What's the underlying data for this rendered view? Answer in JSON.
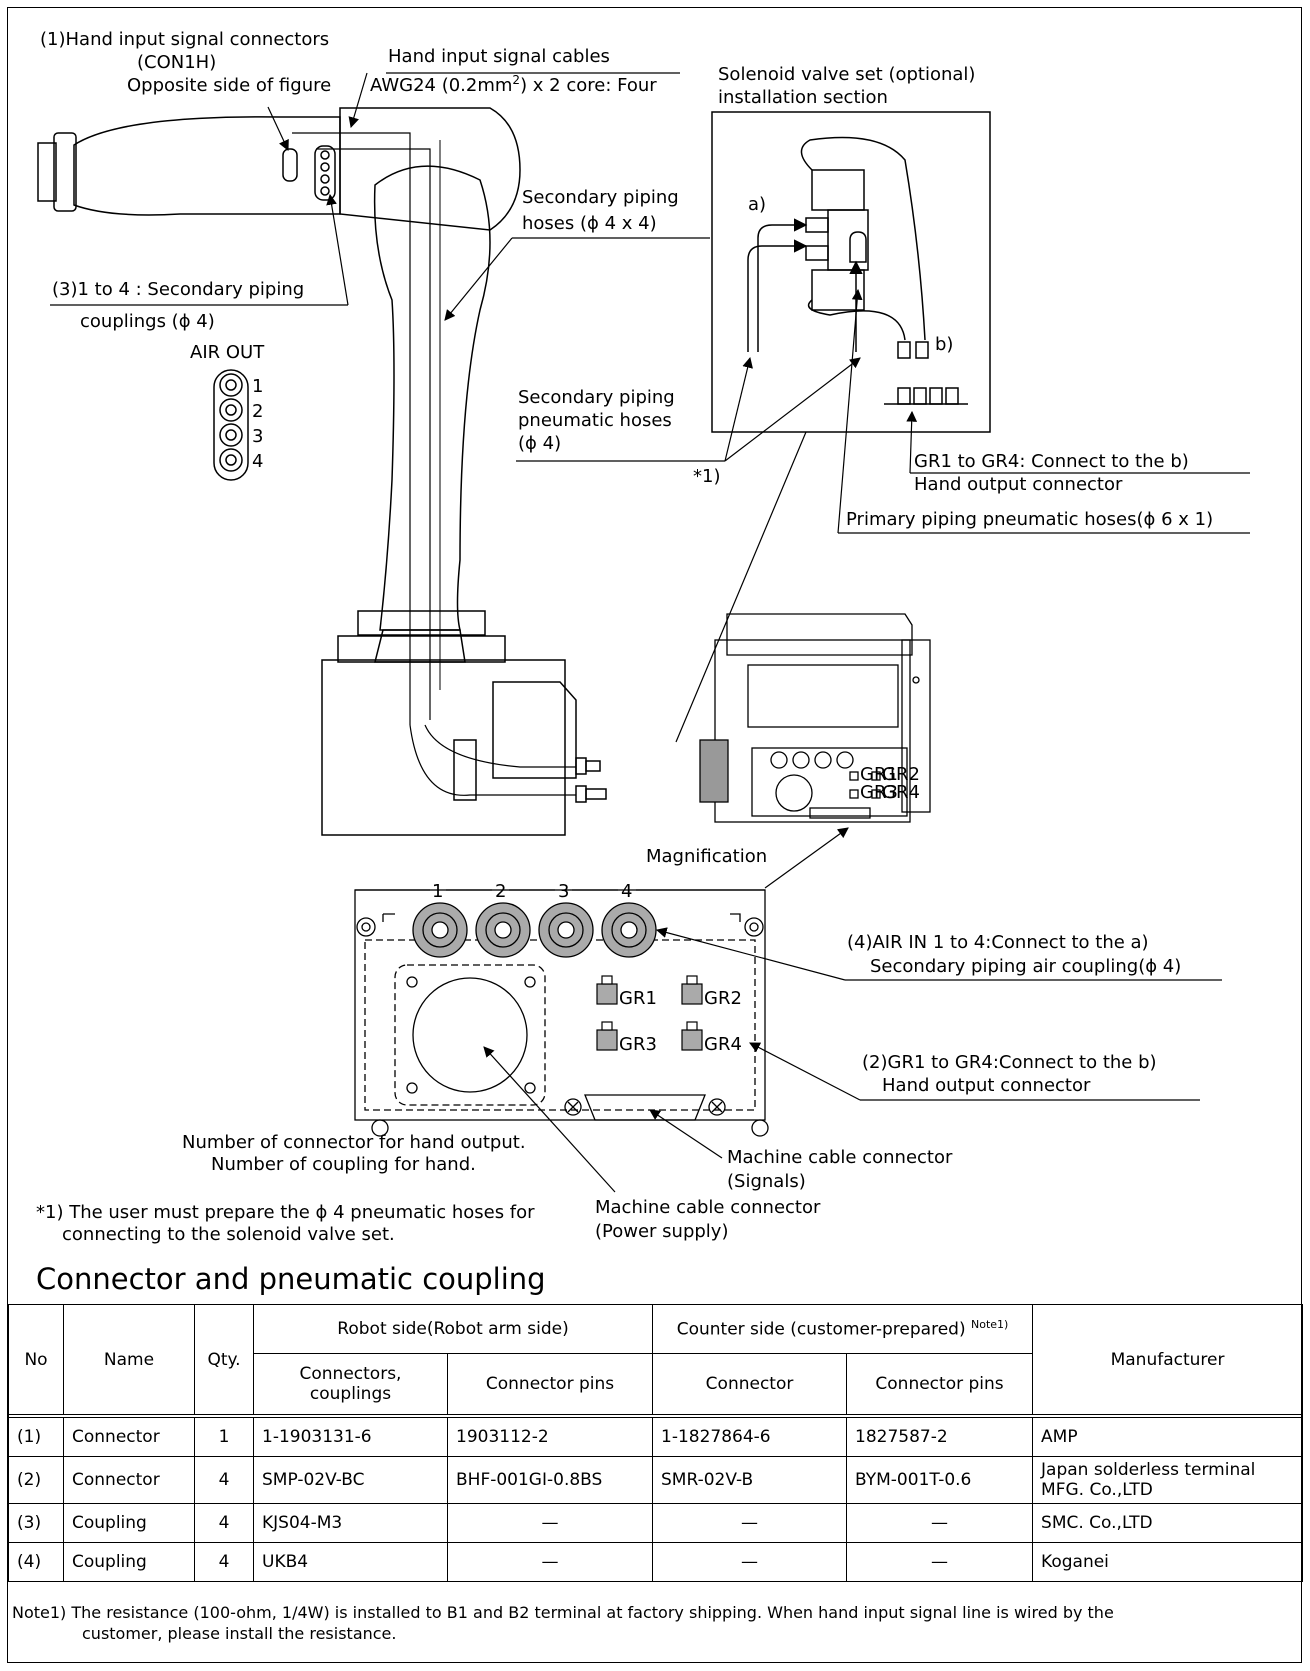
{
  "figure": {
    "callout_hand_input_connectors": [
      "(1)Hand input signal connectors",
      "(CON1H)",
      "Opposite side of figure"
    ],
    "callout_hand_input_cables": [
      "Hand input signal cables",
      "AWG24 (0.2mm",
      "2",
      ") x 2 core: Four"
    ],
    "callout_solenoid_valve": [
      "Solenoid valve set (optional)",
      "installation section"
    ],
    "callout_secondary_hoses": [
      "Secondary piping",
      "hoses (ϕ 4 x 4)"
    ],
    "callout_secondary_couplings": [
      "(3)1 to 4 : Secondary piping",
      "couplings (ϕ 4)"
    ],
    "air_out_label": "AIR OUT",
    "air_out_ports": [
      "1",
      "2",
      "3",
      "4"
    ],
    "callout_pneumatic_hoses": [
      "Secondary piping",
      "pneumatic hoses",
      "(ϕ 4)"
    ],
    "note_marker": "*1)",
    "valve_label_a": "a)",
    "valve_label_b": "b)",
    "callout_gr_connect": [
      "GR1 to GR4: Connect to the b)",
      "Hand output connector"
    ],
    "callout_primary_hoses": "Primary piping pneumatic hoses(ϕ 6 x 1)",
    "magnification_label": "Magnification",
    "port_numbers": [
      "1",
      "2",
      "3",
      "4"
    ],
    "gr_labels": [
      "GR1",
      "GR2",
      "GR3",
      "GR4"
    ],
    "small_gr_labels": [
      "GR1",
      "GR2",
      "GR3",
      "GR4"
    ],
    "callout_air_in": [
      "(4)AIR IN 1 to 4:Connect to the a)",
      "Secondary piping air coupling(ϕ 4)"
    ],
    "callout_gr_output": [
      "(2)GR1 to GR4:Connect to the b)",
      "Hand output connector"
    ],
    "legend_connector_number": [
      "Number of connector for hand output.",
      "Number of coupling for hand."
    ],
    "callout_signals": [
      "Machine cable connector",
      "(Signals)"
    ],
    "callout_power": [
      "Machine cable connector",
      "(Power supply)"
    ],
    "footnote_star": [
      "*1) The user must prepare the  ϕ 4 pneumatic hoses for",
      "connecting to the solenoid valve set."
    ]
  },
  "section_title": "Connector and pneumatic coupling",
  "table": {
    "headers": {
      "no": "No",
      "name": "Name",
      "qty": "Qty.",
      "robot_side": "Robot side(Robot arm side)",
      "counter_side": "Counter side (customer-prepared)",
      "counter_side_note": "Note1)",
      "manufacturer": "Manufacturer",
      "connectors_couplings": "Connectors, couplings",
      "connector_pins": "Connector pins",
      "connector": "Connector",
      "counter_connector_pins": "Connector pins"
    },
    "rows": [
      {
        "no": "(1)",
        "name": "Connector",
        "qty": "1",
        "robot_conn": "1-1903131-6",
        "robot_pins": "1903112-2",
        "counter_conn": "1-1827864-6",
        "counter_pins": "1827587-2",
        "manufacturer": "AMP"
      },
      {
        "no": "(2)",
        "name": "Connector",
        "qty": "4",
        "robot_conn": "SMP-02V-BC",
        "robot_pins": "BHF-001GI-0.8BS",
        "counter_conn": "SMR-02V-B",
        "counter_pins": "BYM-001T-0.6",
        "manufacturer": "Japan solderless terminal MFG. Co.,LTD"
      },
      {
        "no": "(3)",
        "name": "Coupling",
        "qty": "4",
        "robot_conn": "KJS04-M3",
        "robot_pins": "—",
        "counter_conn": "—",
        "counter_pins": "—",
        "manufacturer": "SMC. Co.,LTD"
      },
      {
        "no": "(4)",
        "name": "Coupling",
        "qty": "4",
        "robot_conn": "UKB4",
        "robot_pins": "—",
        "counter_conn": "—",
        "counter_pins": "—",
        "manufacturer": "Koganei"
      }
    ]
  },
  "note": [
    "Note1) The resistance (100-ohm, 1/4W) is installed to B1 and B2 terminal at factory shipping. When hand input signal line is wired by the",
    "customer, please install the resistance."
  ]
}
